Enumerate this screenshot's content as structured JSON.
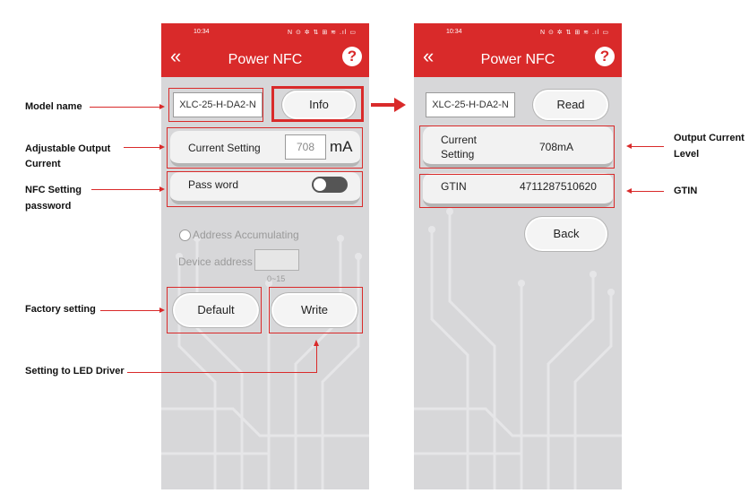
{
  "left": {
    "status_time": "10:34",
    "status_icons": "N ⊙ ✲ ⇅ ⊞ ≋ .ıl ▭",
    "title": "Power NFC",
    "help_glyph": "?",
    "back_glyph": "«",
    "model_name": "XLC-25-H-DA2-N",
    "info_label": "Info",
    "current_setting_label": "Current Setting",
    "current_value": "708",
    "current_unit": "mA",
    "password_label": "Pass word",
    "address_label": "Address Accumulating",
    "device_address_label": "Device address",
    "address_range": "0~15",
    "default_label": "Default",
    "write_label": "Write"
  },
  "right": {
    "status_time": "10:34",
    "status_icons": "N ⊙ ✲ ⇅ ⊞ ≋ .ıl ▭",
    "title": "Power NFC",
    "help_glyph": "?",
    "back_glyph": "«",
    "model_name": "XLC-25-H-DA2-N",
    "read_label": "Read",
    "current_setting_label_1": "Current",
    "current_setting_label_2": "Setting",
    "current_value": "708mA",
    "gtin_label": "GTIN",
    "gtin_value": "4711287510620",
    "back_label": "Back"
  },
  "annotations": {
    "model_name": "Model  name",
    "adjustable_1": "Adjustable Output",
    "adjustable_2": "Current",
    "nfc_1": "NFC Setting",
    "nfc_2": "password",
    "factory": "Factory setting",
    "setting_led": "Setting to LED Driver",
    "output_level_1": "Output Current",
    "output_level_2": "Level",
    "gtin": "GTIN"
  },
  "colors": {
    "brand_red": "#d92a2a",
    "panel_bg": "#d7d7d9"
  }
}
